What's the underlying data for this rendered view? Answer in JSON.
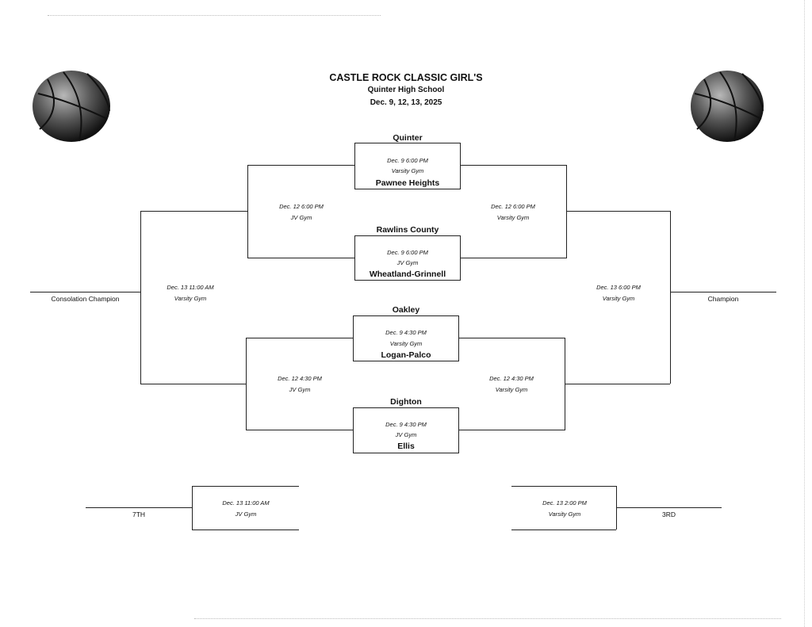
{
  "header": {
    "title": "CASTLE ROCK CLASSIC GIRL'S",
    "host": "Quinter High School",
    "dates": "Dec. 9, 12, 13, 2025"
  },
  "first_round": [
    {
      "top_team": "Quinter",
      "date": "Dec. 9 6:00 PM",
      "venue": "Varsity Gym",
      "bottom_team": "Pawnee Heights"
    },
    {
      "top_team": "Rawlins County",
      "date": "Dec. 9 6:00 PM",
      "venue": "JV Gym",
      "bottom_team": "Wheatland-Grinnell"
    },
    {
      "top_team": "Oakley",
      "date": "Dec. 9 4:30 PM",
      "venue": "Varsity Gym",
      "bottom_team": "Logan-Palco"
    },
    {
      "top_team": "Dighton",
      "date": "Dec. 9 4:30 PM",
      "venue": "JV Gym",
      "bottom_team": "Ellis"
    }
  ],
  "consolation_semis": [
    {
      "date": "Dec. 12 6:00 PM",
      "venue": "JV Gym"
    },
    {
      "date": "Dec. 12 4:30 PM",
      "venue": "JV Gym"
    }
  ],
  "championship_semis": [
    {
      "date": "Dec. 12 6:00 PM",
      "venue": "Varsity Gym"
    },
    {
      "date": "Dec. 12 4:30 PM",
      "venue": "Varsity Gym"
    }
  ],
  "consolation_final": {
    "date": "Dec. 13 11:00 AM",
    "venue": "Varsity Gym",
    "label": "Consolation Champion"
  },
  "championship_final": {
    "date": "Dec. 13 6:00 PM",
    "venue": "Varsity Gym",
    "label": "Champion"
  },
  "seventh_place": {
    "date": "Dec. 13 11:00 AM",
    "venue": "JV Gym",
    "label": "7TH"
  },
  "third_place": {
    "date": "Dec. 13 2:00 PM",
    "venue": "Varsity Gym",
    "label": "3RD"
  },
  "icons": [
    "basketball-icon",
    "basketball-icon"
  ],
  "colors": {
    "ink": "#222222",
    "paper": "#ffffff"
  }
}
